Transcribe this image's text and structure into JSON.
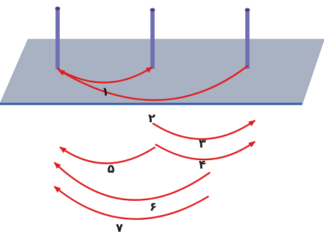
{
  "colors": {
    "board_fill": "#a9b2c3",
    "board_edge": "#2f57a8",
    "peg": "#6f6fb6",
    "peg_top": "#3d3d7a",
    "arrow": "#e01c1c",
    "label": "#1a1a1a"
  },
  "move_labels": {
    "m1": "۱",
    "m2": "۲",
    "m3": "۳",
    "m4": "۴",
    "m5": "۵",
    "m6": "۶",
    "m7": "۷"
  }
}
